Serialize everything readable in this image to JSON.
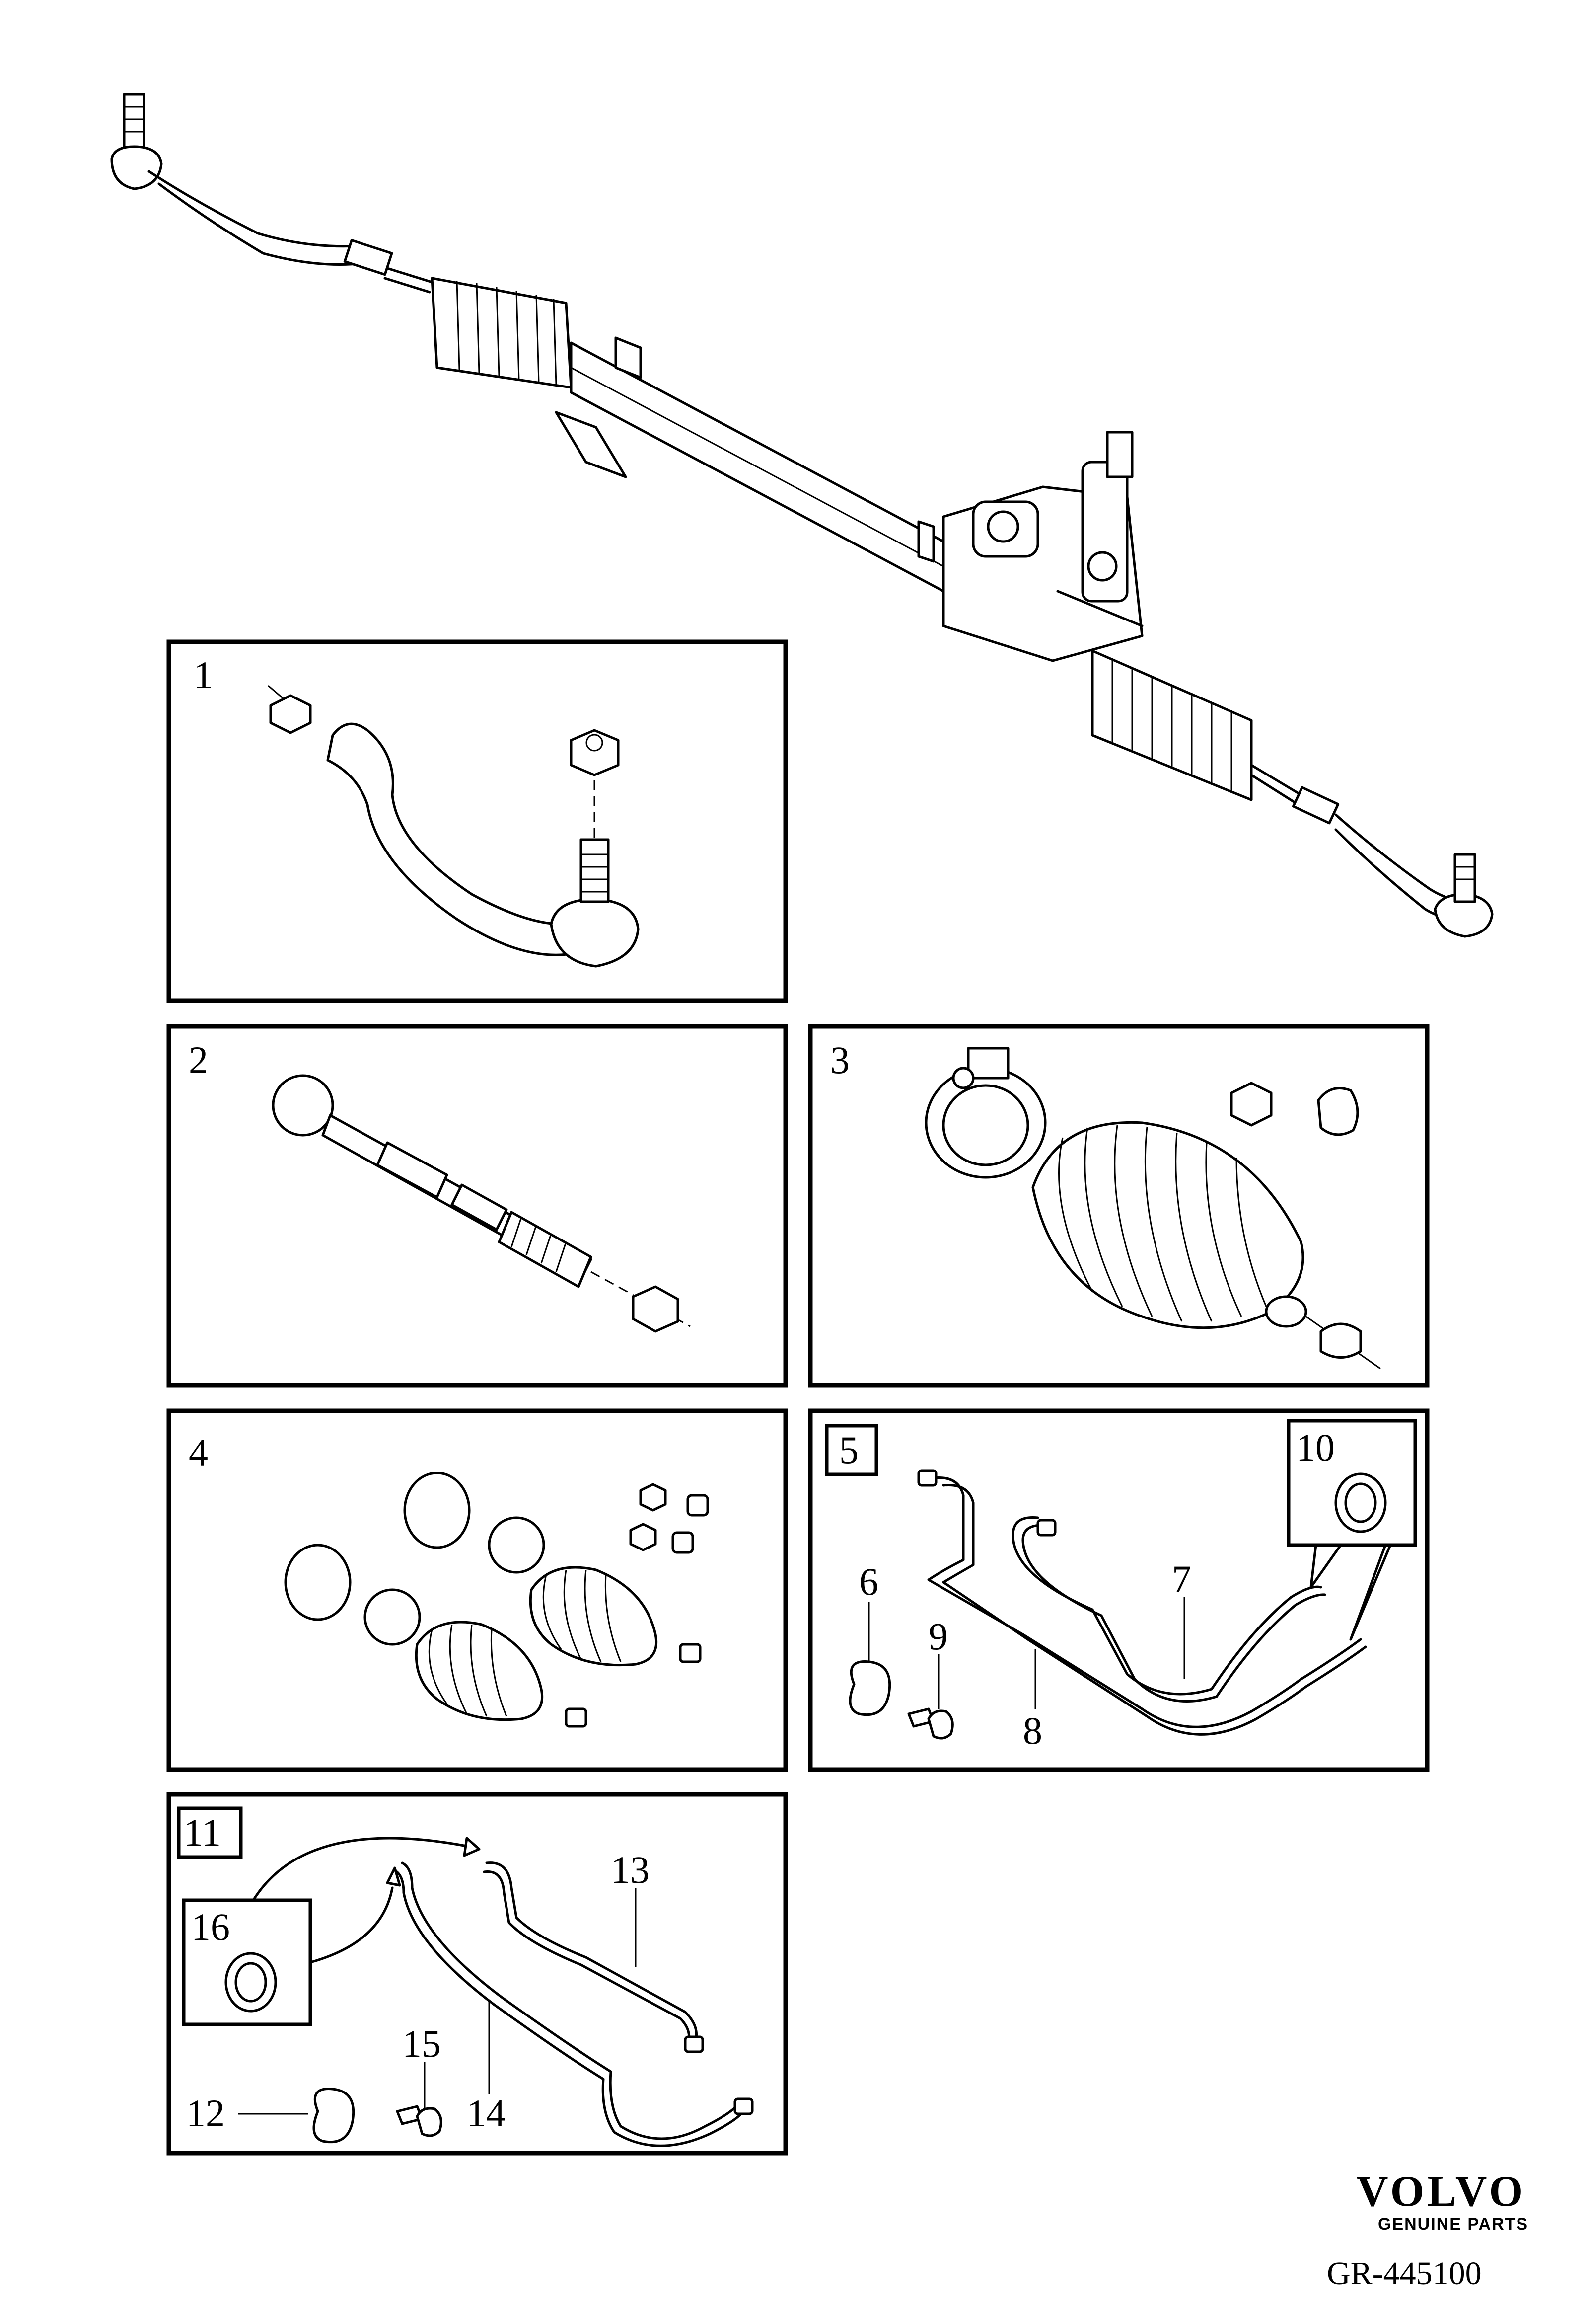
{
  "callouts": {
    "p1": "1",
    "p2": "2",
    "p3": "3",
    "p4": "4",
    "p5": "5",
    "p6": "6",
    "p7": "7",
    "p8": "8",
    "p9": "9",
    "p10": "10",
    "p11": "11",
    "p12": "12",
    "p13": "13",
    "p14": "14",
    "p15": "15",
    "p16": "16"
  },
  "branding": {
    "logo_text": "VOLVO",
    "logo_subtext": "GENUINE PARTS",
    "diagram_ref": "GR-445100"
  }
}
